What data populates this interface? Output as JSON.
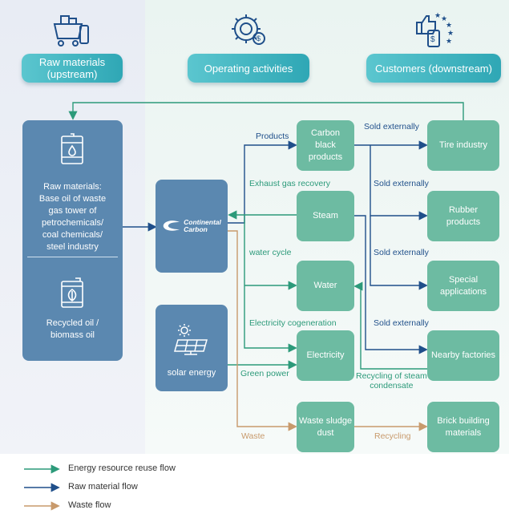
{
  "headers": {
    "upstream": "Raw materials\n(upstream)",
    "operating": "Operating activities",
    "downstream": "Customers (downstream)"
  },
  "raw_box": {
    "top_text": "Raw materials:\nBase oil of waste\ngas tower of\npetrochemicals/\ncoal chemicals/\nsteel industry",
    "bottom_text": "Recycled oil /\nbiomass oil"
  },
  "company": {
    "name_line1": "Continental",
    "name_line2": "Carbon"
  },
  "solar": {
    "label": "solar energy"
  },
  "products": {
    "carbon_black": "Carbon\nblack\nproducts",
    "steam": "Steam",
    "water": "Water",
    "electricity": "Electricity",
    "waste_sludge": "Waste sludge\ndust"
  },
  "customers": {
    "tire": "Tire industry",
    "rubber": "Rubber\nproducts",
    "special": "Special\napplications",
    "factories": "Nearby factories",
    "brick": "Brick building\nmaterials"
  },
  "flow_labels": {
    "products": "Products",
    "exhaust": "Exhaust gas recovery",
    "water_cycle": "water cycle",
    "cogeneration": "Electricity cogeneration",
    "green_power": "Green power",
    "waste": "Waste",
    "sold1": "Sold externally",
    "sold2": "Sold externally",
    "sold3": "Sold externally",
    "sold4": "Sold externally",
    "recycling_steam": "Recycling of steam\ncondensate",
    "recycling": "Recycling"
  },
  "legend": {
    "energy": "Energy resource reuse flow",
    "raw": "Raw material flow",
    "waste": "Waste flow"
  },
  "colors": {
    "green_flow": "#2c9a7a",
    "blue_flow": "#1f4f8a",
    "orange_flow": "#c89a6c",
    "product_box": "#6dbba2",
    "source_box": "#5b88b0",
    "header_pill": "#2fa7b5"
  }
}
